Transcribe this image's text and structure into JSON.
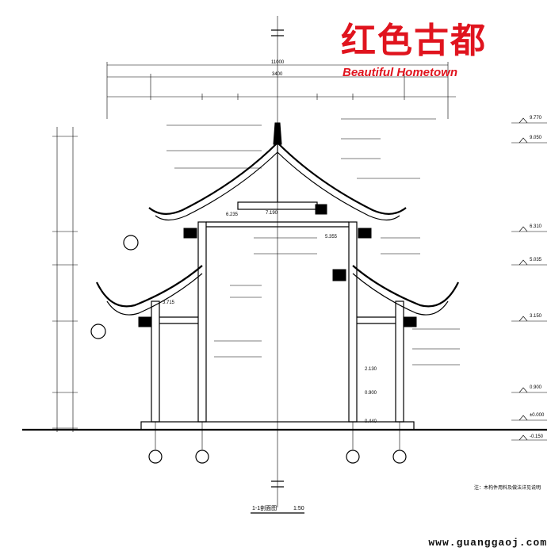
{
  "logo": {
    "title_cn": "红色古都",
    "title_en": "Beautiful Hometown"
  },
  "watermark": "www.guanggaoj.com",
  "drawing": {
    "section_title": "1-1剖面图",
    "scale": "1:50",
    "top_dims": [
      "11000",
      "3400"
    ],
    "elevations_right": [
      "9.770",
      "9.050",
      "6.310",
      "5.035",
      "3.150",
      "0.900",
      "±0.000",
      "-0.150"
    ],
    "inner_labels": [
      "7.190",
      "6.235",
      "5.355",
      "3.715",
      "2.130",
      "0.900",
      "0.440"
    ],
    "note": "注：木构件用料及做法详见说明"
  }
}
